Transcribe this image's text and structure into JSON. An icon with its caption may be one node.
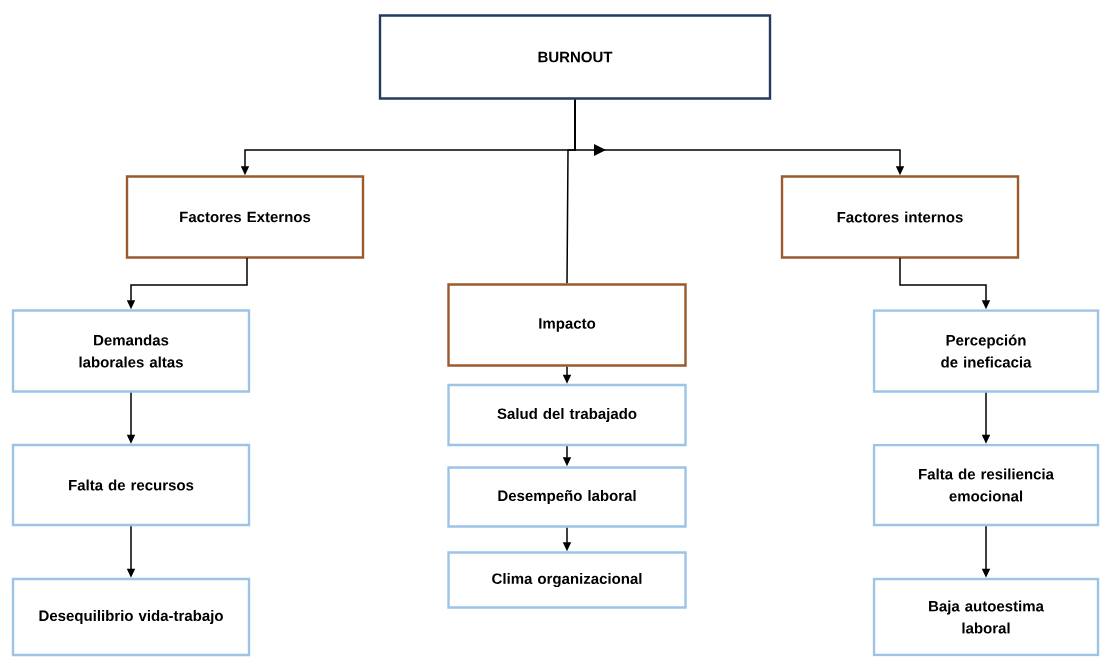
{
  "diagram": {
    "nodes": [
      {
        "text": [
          "BURNOUT"
        ]
      },
      {
        "text": [
          "Factores Externos"
        ]
      },
      {
        "text": [
          "Factores internos"
        ]
      },
      {
        "text": [
          "Impacto"
        ]
      },
      {
        "text": [
          "Demandas laborales altas"
        ]
      },
      {
        "text": [
          "Falta de recursos"
        ]
      },
      {
        "text": [
          "Desequilibrio vida-trabajo"
        ]
      },
      {
        "text": [
          "Salud del trabajado"
        ]
      },
      {
        "text": [
          "Desempeño laboral"
        ]
      },
      {
        "text": [
          "Clima organizacional"
        ]
      },
      {
        "text": [
          "Percepción de ineficacia"
        ]
      },
      {
        "text": [
          "Falta de resiliencia emocional"
        ]
      },
      {
        "text": [
          "Baja autoestima laboral"
        ]
      }
    ],
    "edges": [
      {
        "from": 0,
        "to": 1,
        "arrow": "to"
      },
      {
        "from": 0,
        "to": 2,
        "arrow": "to"
      },
      {
        "from": 0,
        "to": 3,
        "arrow": "none"
      },
      {
        "from": 1,
        "to": 4,
        "arrow": "to"
      },
      {
        "from": 4,
        "to": 5,
        "arrow": "to"
      },
      {
        "from": 5,
        "to": 6,
        "arrow": "to"
      },
      {
        "from": 3,
        "to": 7,
        "arrow": "to"
      },
      {
        "from": 7,
        "to": 8,
        "arrow": "to"
      },
      {
        "from": 8,
        "to": 9,
        "arrow": "to"
      },
      {
        "from": 2,
        "to": 10,
        "arrow": "to"
      },
      {
        "from": 10,
        "to": 11,
        "arrow": "to"
      },
      {
        "from": 11,
        "to": 12,
        "arrow": "to"
      }
    ]
  }
}
